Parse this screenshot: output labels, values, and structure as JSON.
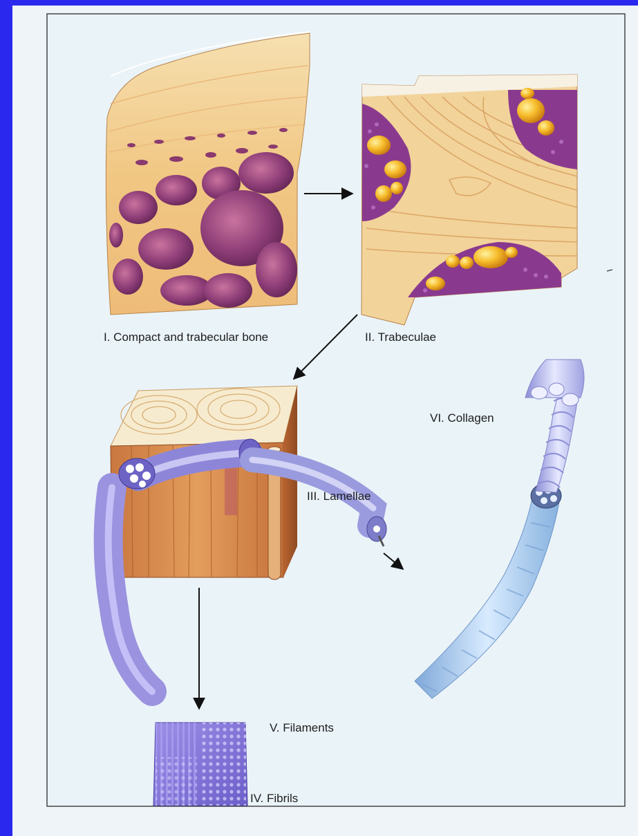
{
  "labels": {
    "compact": "I. Compact and trabecular bone",
    "trabeculae": "II. Trabeculae",
    "lamellae": "III. Lamellae",
    "fibrils": "IV. Fibrils",
    "filaments": "V. Filaments",
    "collagen": "VI. Collagen"
  },
  "colors": {
    "slide_background": "#2a28ee",
    "bone_cream": "#f3cf8f",
    "marrow_purple": "#8a3a8e",
    "fat_yellow": "#f6b62a",
    "lamella_wood": "#d98f52",
    "collagen_lilac": "#c7c9f3",
    "fibril_violet": "#8b7fd8",
    "collagen_blue": "#9fc6ea"
  }
}
